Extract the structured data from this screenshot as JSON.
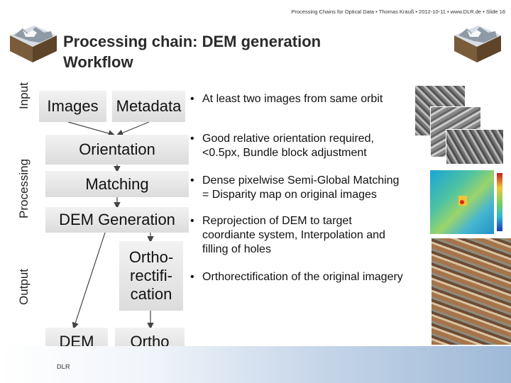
{
  "header": {
    "text": "Processing Chains for Optical Data  •  Thomas Krauß  •  2012-10-11  •  www.DLR.de  •  Slide 16"
  },
  "title": {
    "line1": "Processing chain: DEM generation",
    "line2": "Workflow"
  },
  "sections": {
    "input": "Input",
    "processing": "Processing",
    "output": "Output"
  },
  "boxes": {
    "images": "Images",
    "metadata": "Metadata",
    "orientation": "Orientation",
    "matching": "Matching",
    "dem_generation": "DEM Generation",
    "ortho_line1": "Ortho-",
    "ortho_line2": "rectifi-",
    "ortho_line3": "cation",
    "dem": "DEM",
    "ortho": "Ortho"
  },
  "bullets": [
    {
      "dot": "•",
      "text": "At least two images from same orbit"
    },
    {
      "dot": "•",
      "line1": "Good relative orientation required,",
      "line2": "<0.5px, Bundle block adjustment"
    },
    {
      "dot": "•",
      "line1": "Dense pixelwise Semi-Global Matching",
      "line2": "= Disparity map on original images"
    },
    {
      "dot": "•",
      "line1": "Reprojection of DEM to target",
      "line2": "coordiante system, Interpolation and",
      "line3": "filling of holes"
    },
    {
      "dot": "•",
      "text": "Orthorectification of the original imagery"
    }
  ],
  "logo": {
    "text": "DLR"
  },
  "colors": {
    "box_top": "#f2f2f2",
    "box_bottom": "#dcdcdc",
    "arrow": "#444444",
    "footer": "#9eb9d7"
  }
}
